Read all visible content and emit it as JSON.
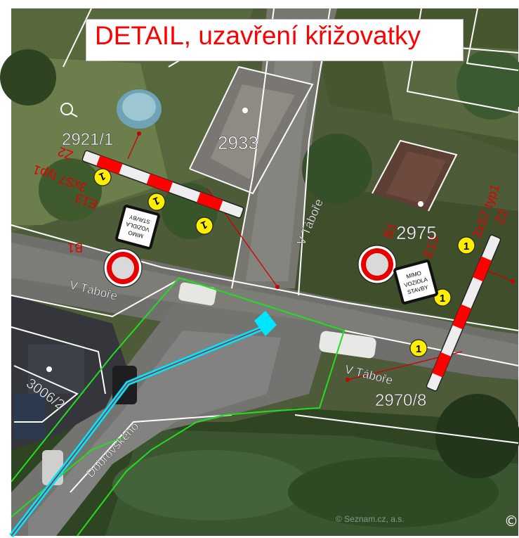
{
  "title": "DETAIL, uzavření křižovatky",
  "parcels": {
    "p2921": "2921/1",
    "p2933": "2933",
    "p2975": "2975",
    "p2970": "2970/8",
    "p3006": "3006/2"
  },
  "streets": {
    "v_tabore_1": "V Táboře",
    "v_tabore_2": "V Táboře",
    "v_tabore_3": "V Táboře",
    "dobrovskeho": "Dobrovského"
  },
  "barrier_labels": {
    "left": "3xS7 typ1",
    "left_z": "Z2",
    "right": "3xS7 typ1",
    "right_z": "Z2"
  },
  "sign_labels": {
    "b1": "B1",
    "e13": "E13",
    "e13_line1": "MIMO",
    "e13_line2": "VOZIDLA",
    "e13_line3": "STAVBY",
    "marker": "1"
  },
  "attribution": "© Seznam.cz, a.s.",
  "colors": {
    "title_text": "#ff0000",
    "closure_outline": "#22dd22",
    "route": "#00e5ff",
    "barrier_red": "#ff0000",
    "marker_yellow": "#ffee00"
  }
}
